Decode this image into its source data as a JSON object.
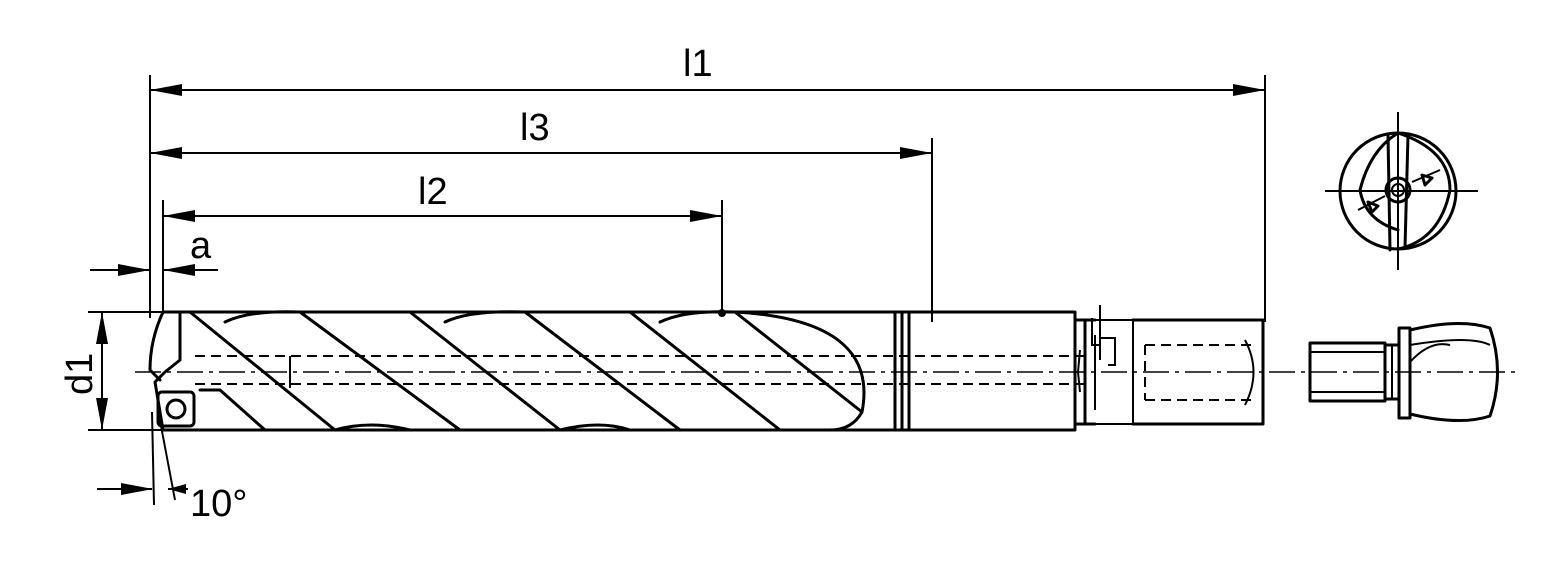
{
  "dimensions": {
    "l1": "l1",
    "l3": "l3",
    "l2": "l2",
    "a": "a",
    "d1": "d1",
    "angle": "10°"
  },
  "colors": {
    "ink": "#000000",
    "paper": "#ffffff"
  }
}
